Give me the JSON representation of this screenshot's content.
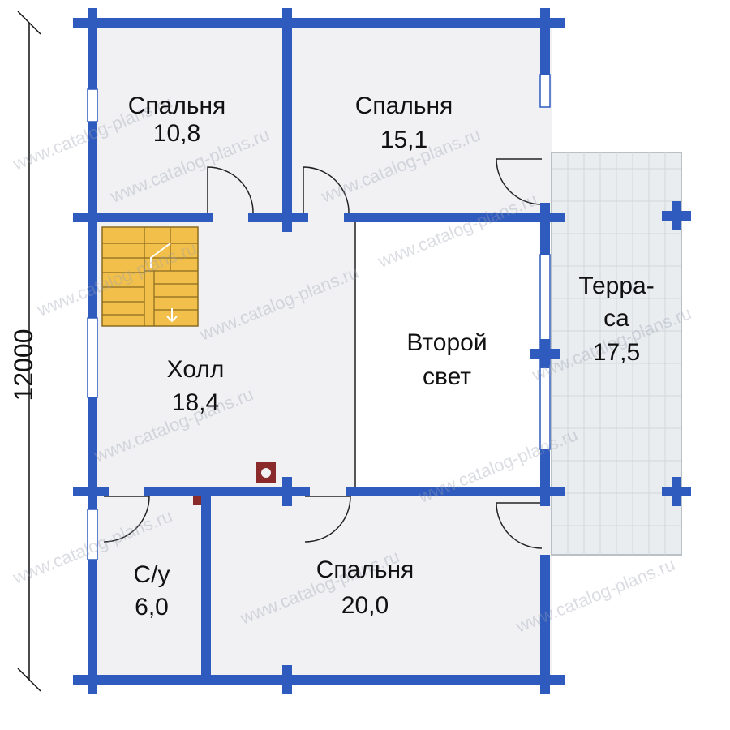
{
  "plan": {
    "dimension_label": "12000",
    "watermark": "www.catalog-plans.ru",
    "colors": {
      "wall": "#2f5bbf",
      "room_fill": "#f1f1f4",
      "stair_fill": "#f2c04a",
      "terrace_fill": "#e9edf0",
      "second_light_fill": "#ffffff",
      "chimney": "#8a2a2a"
    },
    "rooms": [
      {
        "id": "bedroom-1",
        "name": "Спальня",
        "area": "10,8"
      },
      {
        "id": "bedroom-2",
        "name": "Спальня",
        "area": "15,1"
      },
      {
        "id": "hall",
        "name": "Холл",
        "area": "18,4"
      },
      {
        "id": "second-light",
        "name": "Второй",
        "area": "свет"
      },
      {
        "id": "terrace",
        "name": "Терра-",
        "area": "са",
        "extra": "17,5"
      },
      {
        "id": "bathroom",
        "name": "С/у",
        "area": "6,0"
      },
      {
        "id": "bedroom-3",
        "name": "Спальня",
        "area": "20,0"
      }
    ]
  }
}
